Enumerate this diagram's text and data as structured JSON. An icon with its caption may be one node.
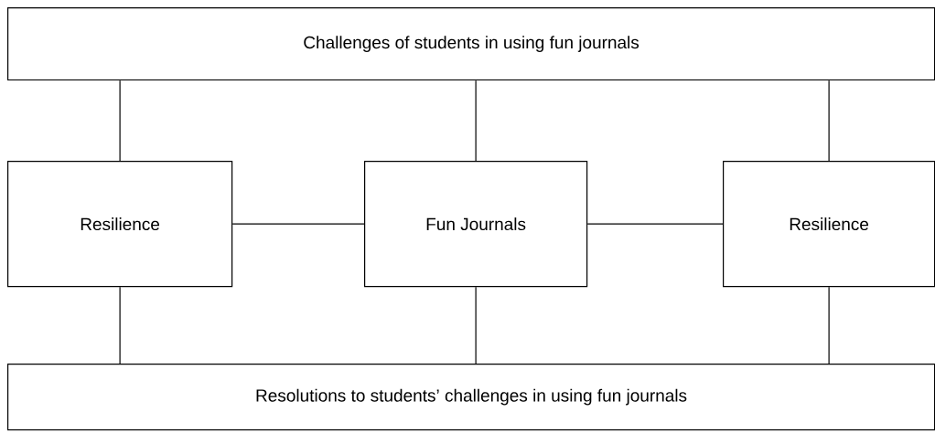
{
  "diagram": {
    "nodes": [
      {
        "text": [
          "Challenges of students in using fun journals"
        ]
      },
      {
        "text": [
          "Resilience"
        ]
      },
      {
        "text": [
          "Fun Journals"
        ]
      },
      {
        "text": [
          "Resilience"
        ]
      },
      {
        "text": [
          "Resolutions to students’ challenges in using fun journals"
        ]
      }
    ],
    "edges": [
      {
        "from": 0,
        "to": 1,
        "arrow": "none"
      },
      {
        "from": 0,
        "to": 2,
        "arrow": "none"
      },
      {
        "from": 0,
        "to": 3,
        "arrow": "none"
      },
      {
        "from": 1,
        "to": 2,
        "arrow": "none"
      },
      {
        "from": 2,
        "to": 3,
        "arrow": "none"
      },
      {
        "from": 1,
        "to": 4,
        "arrow": "none"
      },
      {
        "from": 2,
        "to": 4,
        "arrow": "none"
      },
      {
        "from": 3,
        "to": 4,
        "arrow": "none"
      }
    ]
  }
}
